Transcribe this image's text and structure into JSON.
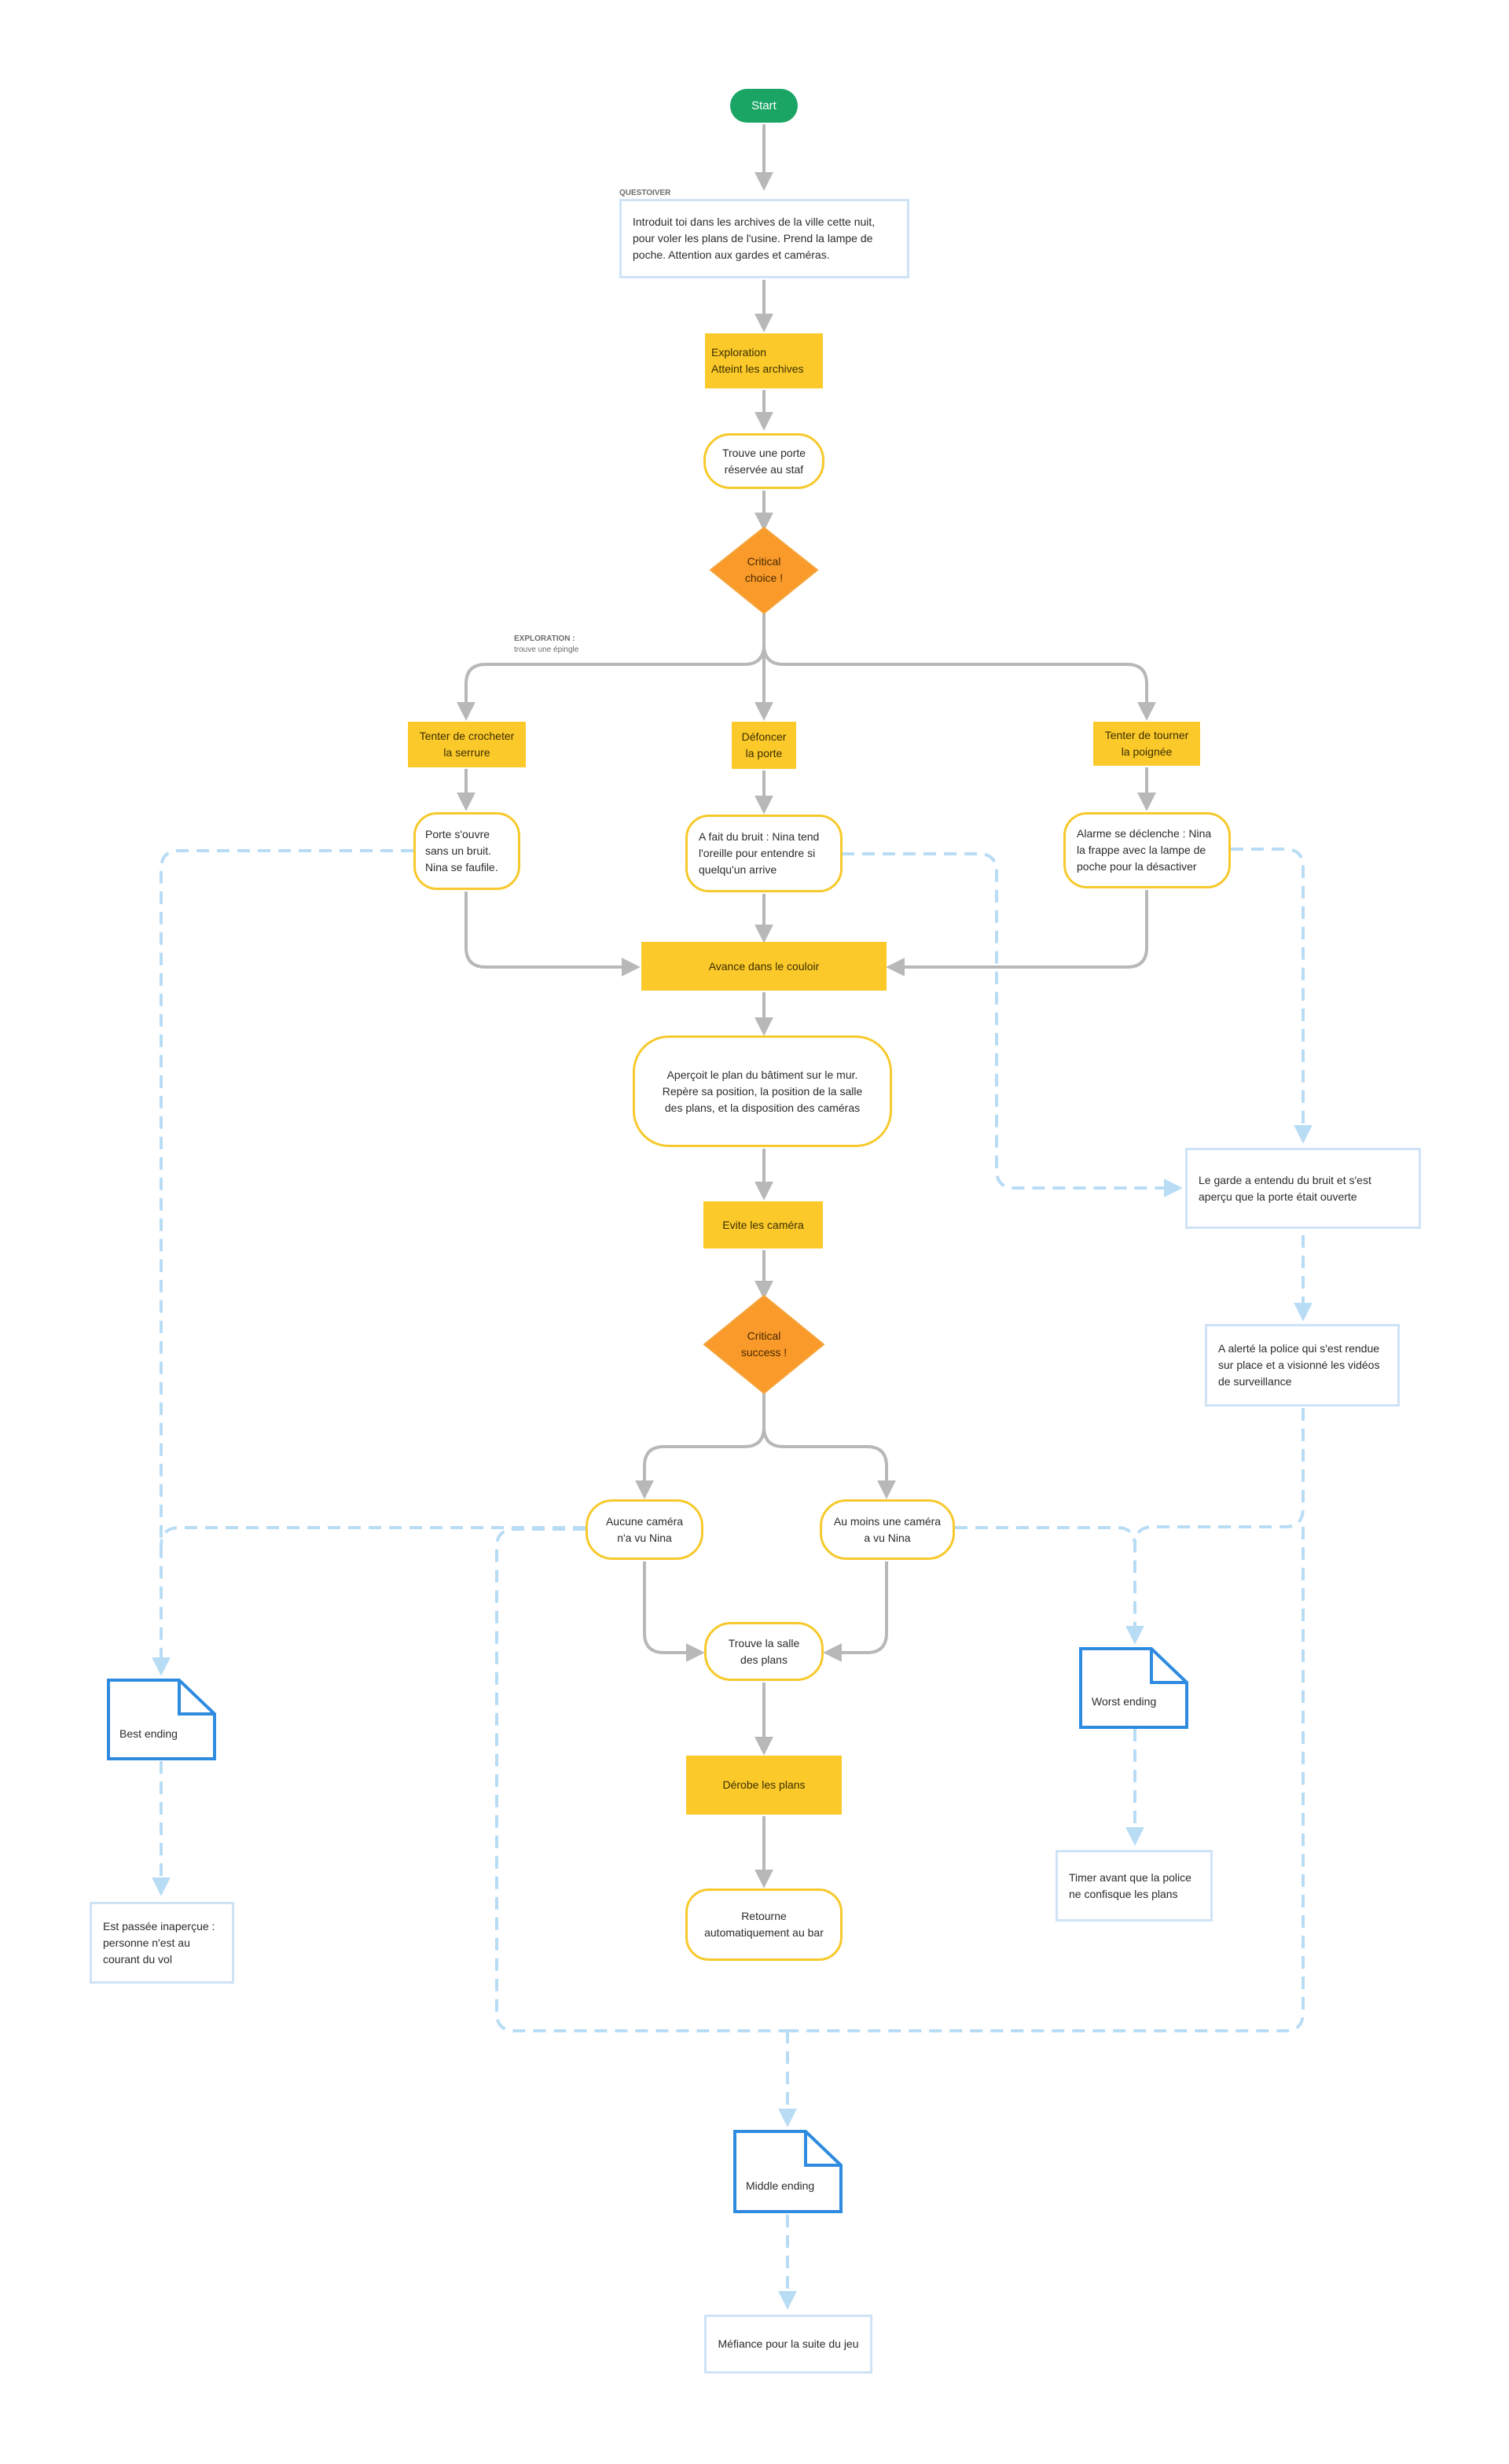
{
  "colors": {
    "start": "#1aa564",
    "action": "#fcc92b",
    "outcome_border": "#f7c92c",
    "decision": "#f99a2a",
    "consequence_border": "#cfe3f7",
    "ending_border": "#2e8be0",
    "flow_arrow": "#b8b8b8",
    "alt_arrow": "#b9dcf5"
  },
  "start": {
    "label": "Start"
  },
  "questgiver": {
    "caption": "QUESTOIVER",
    "text": "Introduit toi dans les archives de la ville cette nuit, pour voler les plans de l'usine. Prend la lampe de poche. Attention aux gardes et caméras."
  },
  "exploration_note": {
    "caption": "EXPLORATION :",
    "text": "trouve une épingle"
  },
  "steps": {
    "exploration": "Exploration\nAtteint les archives",
    "door": "Trouve une porte\nréservée au staf",
    "lockpick": "Tenter de crocheter\nla serrure",
    "smash": "Défoncer\nla porte",
    "handle": "Tenter de tourner\nla poignée",
    "lock_result": "Porte s'ouvre\nsans un bruit.\nNina se faufile.",
    "smash_result": "A fait du bruit : Nina tend l'oreille pour entendre si quelqu'un arrive",
    "handle_result": "Alarme se déclenche : Nina la frappe avec la lampe de poche pour la désactiver",
    "corridor": "Avance dans le couloir",
    "map": "Aperçoit le plan du bâtiment sur le mur. Repère sa position, la position de la salle des plans, et la disposition des caméras",
    "avoid": "Evite les caméra",
    "no_camera": "Aucune caméra\nn'a vu Nina",
    "some_camera": "Au moins une caméra\na vu Nina",
    "room": "Trouve la salle\ndes plans",
    "steal": "Dérobe les plans",
    "return": "Retourne\nautomatiquement au bar"
  },
  "decisions": {
    "critical_choice": "Critical\nchoice !",
    "critical_success": "Critical\nsuccess !"
  },
  "consequences": {
    "guard": "Le garde a entendu du bruit et s'est aperçu que la porte était ouverte",
    "police": "A alerté la police qui s'est rendue sur place et a visionné les vidéos de surveillance",
    "unseen": "Est passée inaperçue : personne n'est au courant du vol",
    "timer": "Timer avant que la police ne confisque les plans",
    "mistrust": "Méfiance pour la suite du jeu"
  },
  "endings": {
    "best": "Best ending",
    "worst": "Worst ending",
    "middle": "Middle ending"
  }
}
